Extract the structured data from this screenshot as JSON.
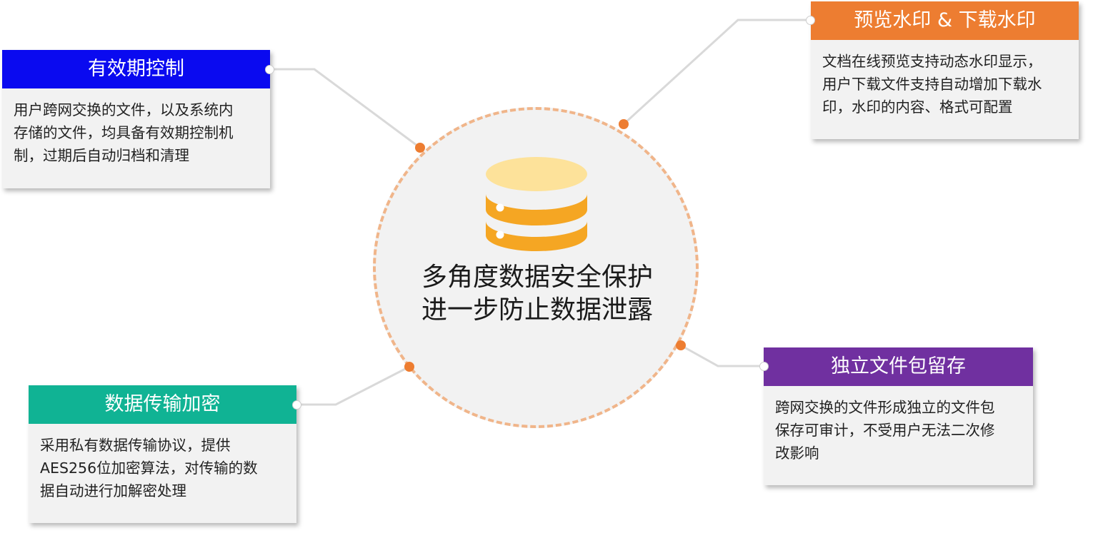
{
  "center": {
    "title_line1": "多角度数据安全保护",
    "title_line2": "进一步防止数据泄露",
    "icon": "database-icon"
  },
  "colors": {
    "validity": "#0a0af0",
    "watermark": "#ed7d31",
    "encryption": "#10b394",
    "package": "#7030a0",
    "dot_orange": "#ed7d31",
    "ring": "#f0b58a",
    "connector": "#d9d9d9",
    "db_top": "#fde29a",
    "db_body": "#f5a623"
  },
  "cards": {
    "validity": {
      "title": "有效期控制",
      "text": "用户跨网交换的文件，以及系统内\n存储的文件，均具备有效期控制机\n制，过期后自动归档和清理"
    },
    "watermark": {
      "title": "预览水印 & 下载水印",
      "text": "文档在线预览支持动态水印显示，\n用户下载文件支持自动增加下载水\n印，水印的内容、格式可配置"
    },
    "encryption": {
      "title": "数据传输加密",
      "text": "采用私有数据传输协议，提供\nAES256位加密算法，对传输的数\n据自动进行加解密处理"
    },
    "package": {
      "title": "独立文件包留存",
      "text": "跨网交换的文件形成独立的文件包\n保存可审计，不受用户无法二次修\n改影响"
    }
  }
}
